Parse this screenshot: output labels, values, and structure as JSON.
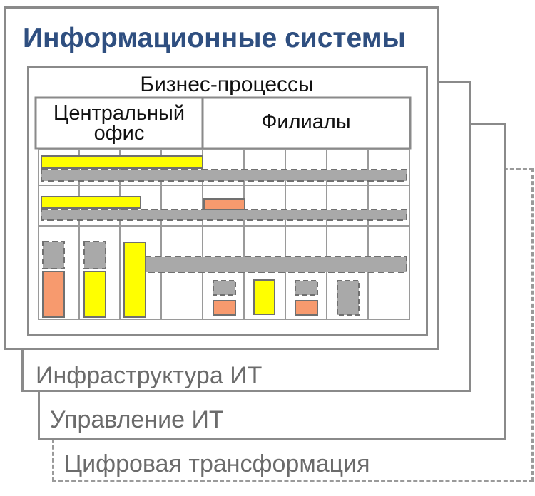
{
  "layers": {
    "digital_transformation": "Цифровая трансформация",
    "it_management": "Управление ИТ",
    "it_infrastructure": "Инфраструктура ИТ",
    "information_systems": "Информационные системы"
  },
  "business_processes": {
    "title": "Бизнес-процессы",
    "central_office_line1": "Центральный",
    "central_office_line2": "офис",
    "branches": "Филиалы"
  },
  "colors": {
    "title_blue": "#2f4f80",
    "yellow": "#ffff00",
    "orange": "#f79a6e",
    "gray": "#a9a9a9",
    "border": "#8a8a8a"
  }
}
